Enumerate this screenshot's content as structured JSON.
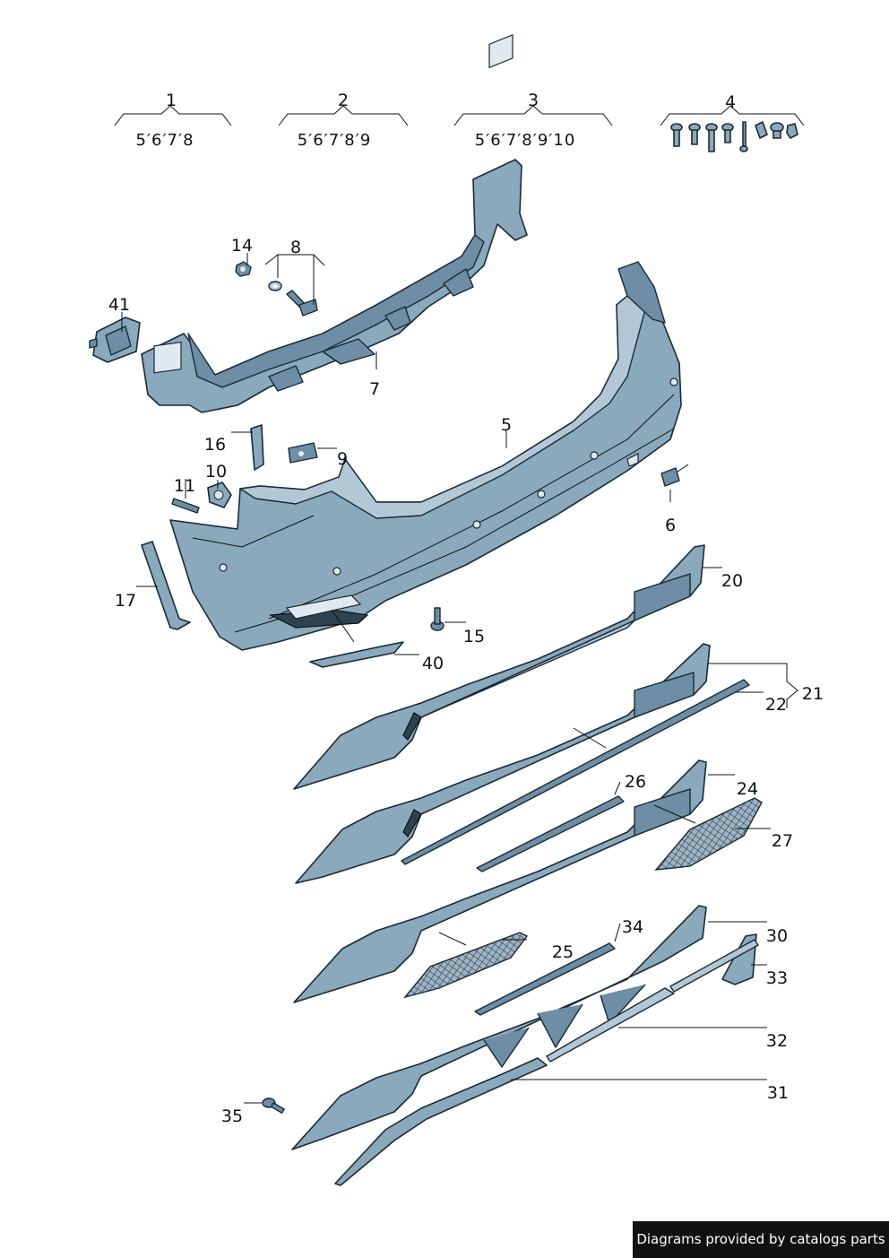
{
  "diagram": {
    "group_labels": [
      {
        "number": "1",
        "sub": "5′6′7′8"
      },
      {
        "number": "2",
        "sub": "5′6′7′8′9"
      },
      {
        "number": "3",
        "sub": "5′6′7′8′9′10"
      },
      {
        "number": "4",
        "sub": ""
      }
    ],
    "callouts": {
      "p5": "5",
      "p6": "6",
      "p7": "7",
      "p8": "8",
      "p9": "9",
      "p10": "10",
      "p11": "11",
      "p14": "14",
      "p15": "15",
      "p16": "16",
      "p17": "17",
      "p20": "20",
      "p21": "21",
      "p22": "22",
      "p24": "24",
      "p25": "25",
      "p26": "26",
      "p27": "27",
      "p30": "30",
      "p31": "31",
      "p32": "32",
      "p33": "33",
      "p34": "34",
      "p35": "35",
      "p40": "40",
      "p41": "41"
    }
  },
  "footer": {
    "text": "Diagrams provided by catalogs parts"
  }
}
